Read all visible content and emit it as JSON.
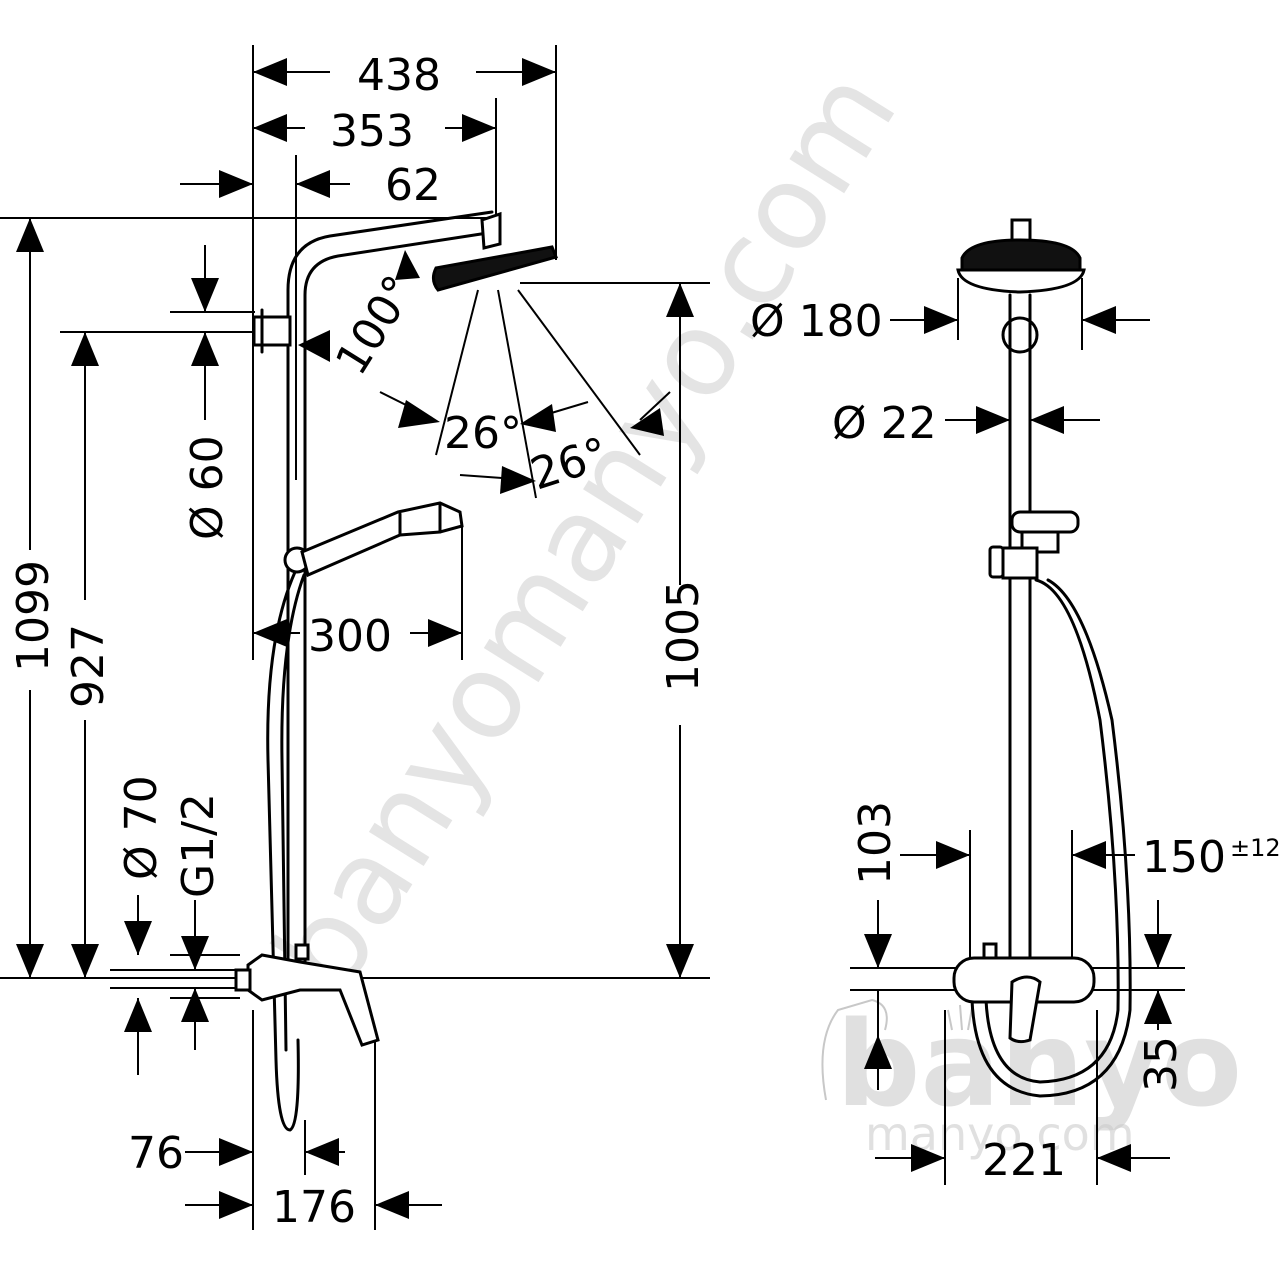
{
  "dimensions": {
    "width_overall": "438",
    "width_arm": "353",
    "offset_head": "62",
    "angle_head": "100°",
    "spray_angle_1": "26°",
    "spray_angle_2": "26°",
    "dia_wall_holder": "Ø 60",
    "handshower_reach": "300",
    "height_overall": "1099",
    "height_holder": "927",
    "height_head": "1005",
    "dia_rosette": "Ø 70",
    "thread": "G1/2",
    "projection_mixer": "76",
    "projection_lever": "176",
    "dia_head": "Ø 180",
    "dia_rail": "Ø 22",
    "mixer_offset": "103",
    "center_distance": "150",
    "center_tolerance": "±12",
    "mixer_height": "35",
    "mixer_width": "221"
  },
  "watermark": {
    "diagonal": "banyomanyo.com",
    "logo_main": "banyo",
    "logo_sub": "manyo.com"
  }
}
